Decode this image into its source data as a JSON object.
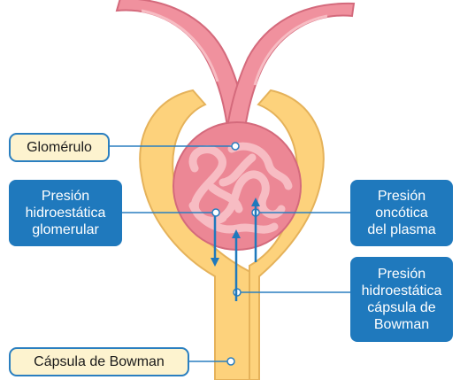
{
  "labels": {
    "glomerulo": "Glomérulo",
    "presion_hidroestatica_glomerular": "Presión\nhidroestática\nglomerular",
    "presion_oncotica_plasma": "Presión\noncótica\ndel plasma",
    "presion_hidroestatica_capsula": "Presión\nhidroestática\ncápsula de\nBowman",
    "capsula_bowman": "Cápsula de Bowman"
  },
  "colors": {
    "capsule_fill": "#fdd27c",
    "capsule_stroke": "#e5b25a",
    "vessel_fill": "#f0919e",
    "vessel_stroke": "#d46a7c",
    "glomerulus_fill": "#ec8795",
    "capillary_fill": "#f7bcc3",
    "leader_line": "#2a7fc0",
    "arrow": "#1f79bd",
    "label_blue": "#1f79bd",
    "label_light": "#fdf3cf"
  }
}
